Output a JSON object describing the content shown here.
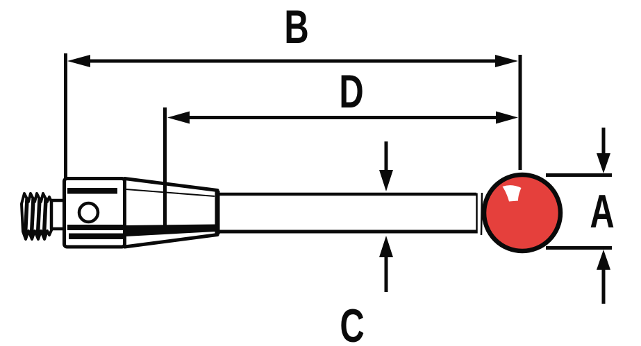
{
  "diagram": {
    "labels": {
      "a": "A",
      "b": "B",
      "c": "C",
      "d": "D"
    },
    "colors": {
      "line": "#0a0a0a",
      "ball_fill": "#e5403c",
      "ball_highlight": "#ffffff",
      "surface": "#ffffff",
      "background": "#ffffff"
    }
  }
}
